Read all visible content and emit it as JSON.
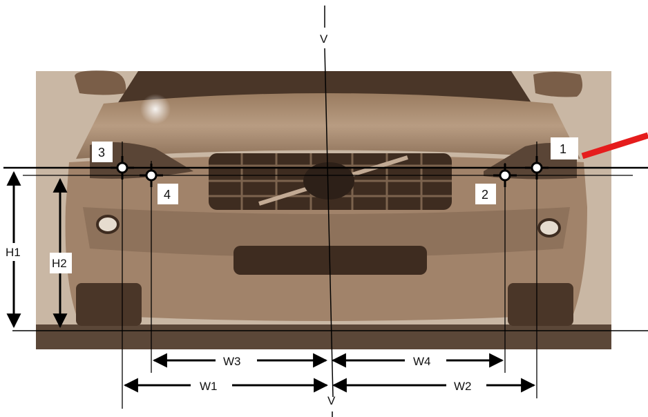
{
  "diagram": {
    "axis_top_label": "V",
    "axis_bottom_label": "V",
    "points": [
      {
        "id": "point-1",
        "label": "1"
      },
      {
        "id": "point-2",
        "label": "2"
      },
      {
        "id": "point-3",
        "label": "3"
      },
      {
        "id": "point-4",
        "label": "4"
      }
    ],
    "heights": {
      "h1": "H1",
      "h2": "H2"
    },
    "widths": {
      "w1": "W1",
      "w2": "W2",
      "w3": "W3",
      "w4": "W4"
    },
    "colors": {
      "photo_tint": "#a88a6e",
      "pointer": "#e51c1c",
      "line": "#000000"
    }
  }
}
